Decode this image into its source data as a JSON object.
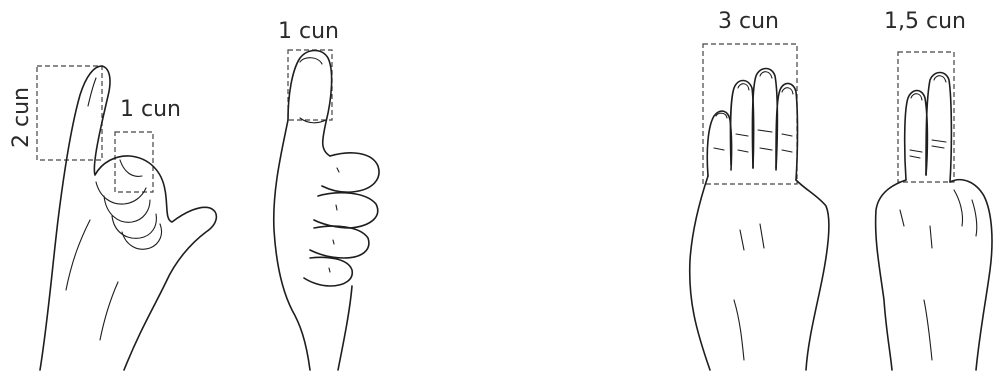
{
  "labels": {
    "bent_middle_finger_width": "1 cun",
    "bent_middle_finger_length": "2 cun",
    "thumb_width": "1 cun",
    "four_fingers_width": "3 cun",
    "two_fingers_width": "1,5 cun"
  }
}
